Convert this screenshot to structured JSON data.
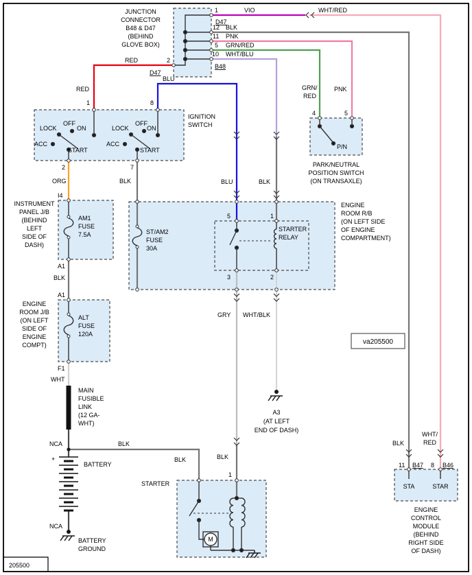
{
  "page": {
    "corner_id": "205500",
    "diagram_ref": "va205500"
  },
  "colors": {
    "red": "#e8000d",
    "vio": "#bb00bb",
    "whtred": "#f5aab8",
    "blk": "#757575",
    "pnk": "#f07ba8",
    "grnred": "#4e9e50",
    "whtblu": "#b49fdc",
    "blu": "#1212dd",
    "org": "#f7a427",
    "gry": "#bdbdbd",
    "whtblk": "#d6d6d6",
    "wht": "#d0d0d0",
    "nca": "#4a4a4a",
    "boxfill": "#dcebf8"
  },
  "junction_connector": {
    "title": [
      "JUNCTION",
      "CONNECTOR",
      "B48 & D47",
      "(BEHIND",
      "GLOVE BOX)"
    ],
    "pins": {
      "p1": "1",
      "p12": "12",
      "p11": "11",
      "p5": "5",
      "p10": "10",
      "p2": "2"
    },
    "connectors": {
      "d47_right": "D47",
      "b48": "B48",
      "d47_left": "D47"
    }
  },
  "wires": {
    "vio": "VIO",
    "whtred_top": "WHT/RED",
    "blk_top": "BLK",
    "pnk_top": "PNK",
    "grnred_top": "GRN/RED",
    "whtblu_top": "WHT/BLU",
    "red_h": "RED",
    "red_v": "RED",
    "blu_h": "BLU",
    "blu_v": "BLU",
    "blk_v": "BLK",
    "grn_v1": "GRN/",
    "grn_v2": "RED",
    "pnk_v": "PNK",
    "org": "ORG",
    "blk_ign": "BLK",
    "blk_jb": "BLK",
    "wht_jb": "WHT",
    "nca1": "NCA",
    "nca2": "NCA",
    "blk_bat_h": "BLK",
    "blk_bat_v": "BLK",
    "gry": "GRY",
    "whtblk": "WHT/BLK",
    "blk_str": "BLK",
    "blk_ecm": "BLK",
    "whtred_ecm1": "WHT/",
    "whtred_ecm2": "RED"
  },
  "ignition_switch": {
    "title": [
      "IGNITION",
      "SWITCH"
    ],
    "pins": {
      "p1": "1",
      "p8": "8",
      "p2": "2",
      "p7": "7"
    },
    "positions": [
      "LOCK",
      "OFF",
      "ON",
      "ACC",
      "START"
    ]
  },
  "instrument_panel_jb": {
    "title": [
      "INSTRUMENT",
      "PANEL J/B",
      "(BEHIND",
      "LEFT",
      "SIDE OF",
      "DASH)"
    ],
    "fuse": [
      "AM1",
      "FUSE",
      "7.5A"
    ],
    "pin_top": "I4",
    "pin_bottom": "A1"
  },
  "engine_room_jb": {
    "title": [
      "ENGINE",
      "ROOM J/B",
      "(ON LEFT",
      "SIDE OF",
      "ENGINE",
      "COMPT)"
    ],
    "fuse": [
      "ALT",
      "FUSE",
      "120A"
    ],
    "pin_top": "A1",
    "pin_bottom": "F1"
  },
  "engine_room_rb": {
    "title": [
      "ENGINE",
      "ROOM R/B",
      "(ON LEFT SIDE",
      "OF ENGINE",
      "COMPARTMENT)"
    ],
    "fuse": [
      "ST/AM2",
      "FUSE",
      "30A"
    ],
    "relay": [
      "STARTER",
      "RELAY"
    ],
    "pins": {
      "p5": "5",
      "p1": "1",
      "p3": "3",
      "p2": "2"
    }
  },
  "pn_switch": {
    "pins": {
      "p4": "4",
      "p5": "5"
    },
    "contact": "P/N",
    "title": [
      "PARK/NEUTRAL",
      "POSITION SWITCH",
      "(ON TRANSAXLE)"
    ]
  },
  "fusible_link": {
    "title": [
      "MAIN",
      "FUSIBLE",
      "LINK",
      "(12 GA-",
      "WHT)"
    ]
  },
  "battery": {
    "plus": "+",
    "label": "BATTERY",
    "ground": [
      "BATTERY",
      "GROUND"
    ]
  },
  "starter": {
    "label": "STARTER",
    "pin1": "1",
    "motor": "M"
  },
  "a3": {
    "label": "A3",
    "location": [
      "(AT LEFT",
      "END OF DASH)"
    ]
  },
  "ecm": {
    "pins": {
      "p11": "11",
      "p8": "8"
    },
    "connectors": {
      "b47": "B47",
      "b46": "B46"
    },
    "terminals": {
      "sta": "STA",
      "star": "STAR"
    },
    "title": [
      "ENGINE",
      "CONTROL",
      "MODULE",
      "(BEHIND",
      "RIGHT SIDE",
      "OF DASH)"
    ]
  }
}
